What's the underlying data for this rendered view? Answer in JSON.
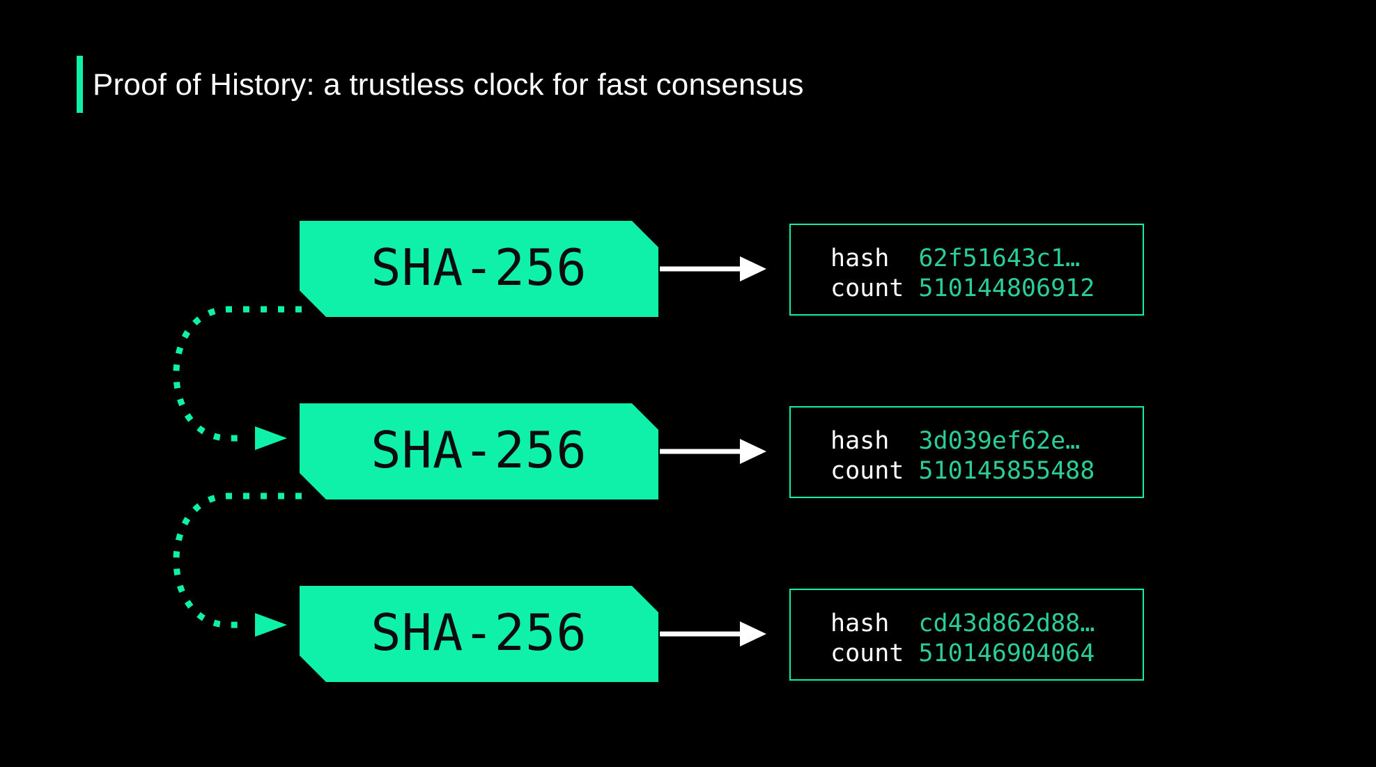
{
  "title": "Proof of History: a trustless clock for fast consensus",
  "colors": {
    "bg": "#000000",
    "accent": "#0ff0a8",
    "value-green": "#2bce97",
    "block-text": "#0c0c0c",
    "white": "#ffffff"
  },
  "rows": [
    {
      "block_label": "SHA-256",
      "fields": [
        {
          "label": "hash",
          "value": "62f51643c1…"
        },
        {
          "label": "count",
          "value": "510144806912"
        }
      ]
    },
    {
      "block_label": "SHA-256",
      "fields": [
        {
          "label": "hash",
          "value": "3d039ef62e…"
        },
        {
          "label": "count",
          "value": "510145855488"
        }
      ]
    },
    {
      "block_label": "SHA-256",
      "fields": [
        {
          "label": "hash",
          "value": "cd43d862d88…"
        },
        {
          "label": "count",
          "value": "510146904064"
        }
      ]
    }
  ]
}
